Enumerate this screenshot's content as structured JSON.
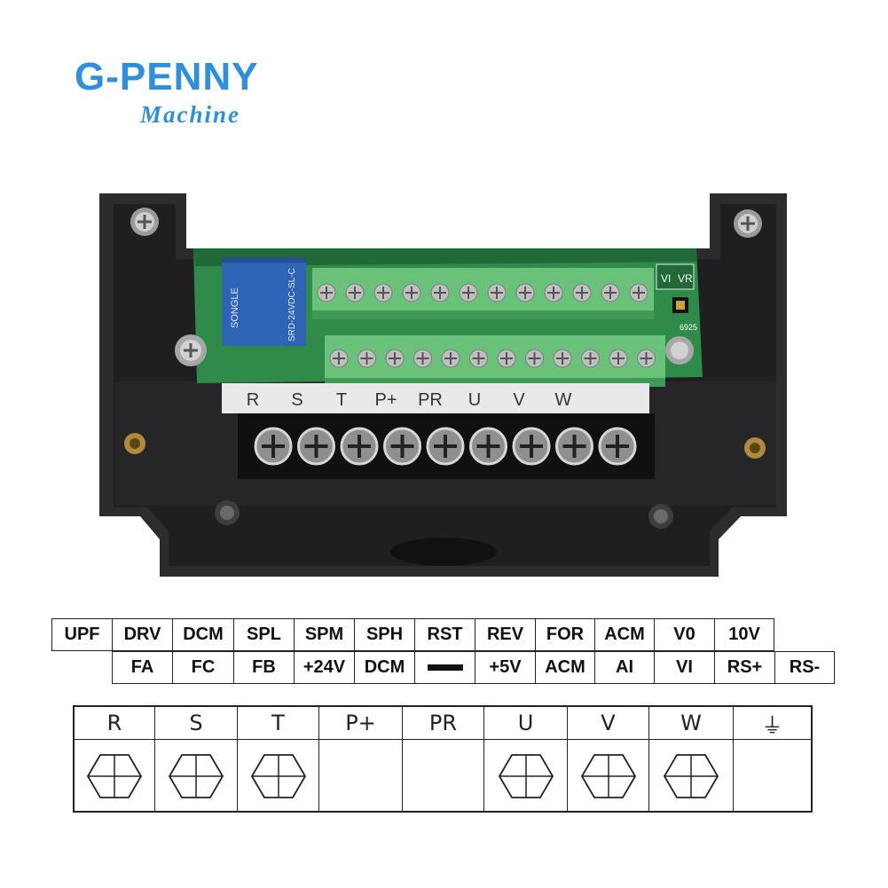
{
  "logo": {
    "brand": "G-PENNY",
    "sub": "Machine",
    "color": "#2d8fe0"
  },
  "photo": {
    "relay_text": "SONGLE",
    "relay_model": "SRD-24VDC-SL-C",
    "jumper_labels": [
      "VI",
      "VR"
    ],
    "board_code": "6925",
    "power_labels_on_board": [
      "R",
      "S",
      "T",
      "P+",
      "PR",
      "U",
      "V",
      "W"
    ]
  },
  "control_terminals": {
    "top_row": [
      "UPF",
      "DRV",
      "DCM",
      "SPL",
      "SPM",
      "SPH",
      "RST",
      "REV",
      "FOR",
      "ACM",
      "V0",
      "10V"
    ],
    "bottom_row": [
      "FA",
      "FC",
      "FB",
      "+24V",
      "DCM",
      "—",
      "+5V",
      "ACM",
      "AI",
      "VI",
      "RS+",
      "RS-"
    ]
  },
  "power_terminals": {
    "labels": [
      "R",
      "S",
      "T",
      "P+",
      "PR",
      "U",
      "V",
      "W",
      "⏚"
    ],
    "has_screw": [
      true,
      true,
      true,
      false,
      false,
      true,
      true,
      true,
      false
    ]
  }
}
